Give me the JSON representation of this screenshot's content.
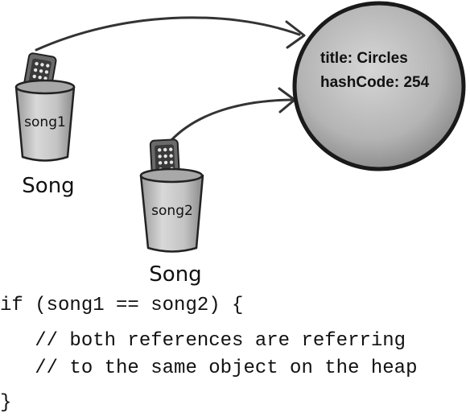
{
  "object": {
    "title_line": "title: Circles",
    "hashcode_line": "hashCode: 254"
  },
  "references": [
    {
      "variable": "song1",
      "type": "Song"
    },
    {
      "variable": "song2",
      "type": "Song"
    }
  ],
  "code": {
    "line1": "if (song1 == song2) {",
    "line2": "   // both references are referring",
    "line3": "   // to the same object on the heap",
    "line4": "}"
  }
}
